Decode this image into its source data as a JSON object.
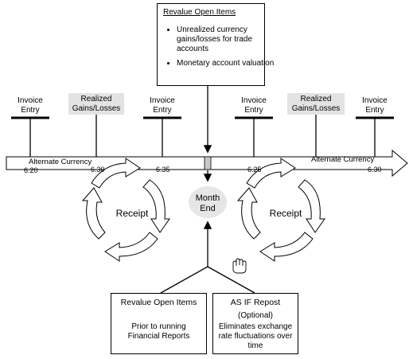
{
  "top_box": {
    "title": "Revalue Open Items",
    "bullets": [
      "Unrealized currency gains/losses for trade accounts",
      "Monetary account valuation"
    ]
  },
  "labels": {
    "invoice_entry": "Invoice Entry",
    "realized": "Realized Gains/Losses",
    "alternate_currency": "Alternate Currency",
    "receipt": "Receipt",
    "month_end": "Month End"
  },
  "rates": {
    "left_start": "6.20",
    "left_mid": "6.30",
    "left_end": "6.35",
    "right_start": "6.25",
    "right_end": "6.30"
  },
  "bottom_left": {
    "title": "Revalue Open Items",
    "body": "Prior to running Financial Reports"
  },
  "bottom_right": {
    "title": "AS IF Repost",
    "subtitle": "(Optional)",
    "body": "Eliminates exchange rate fluctuations over time"
  }
}
